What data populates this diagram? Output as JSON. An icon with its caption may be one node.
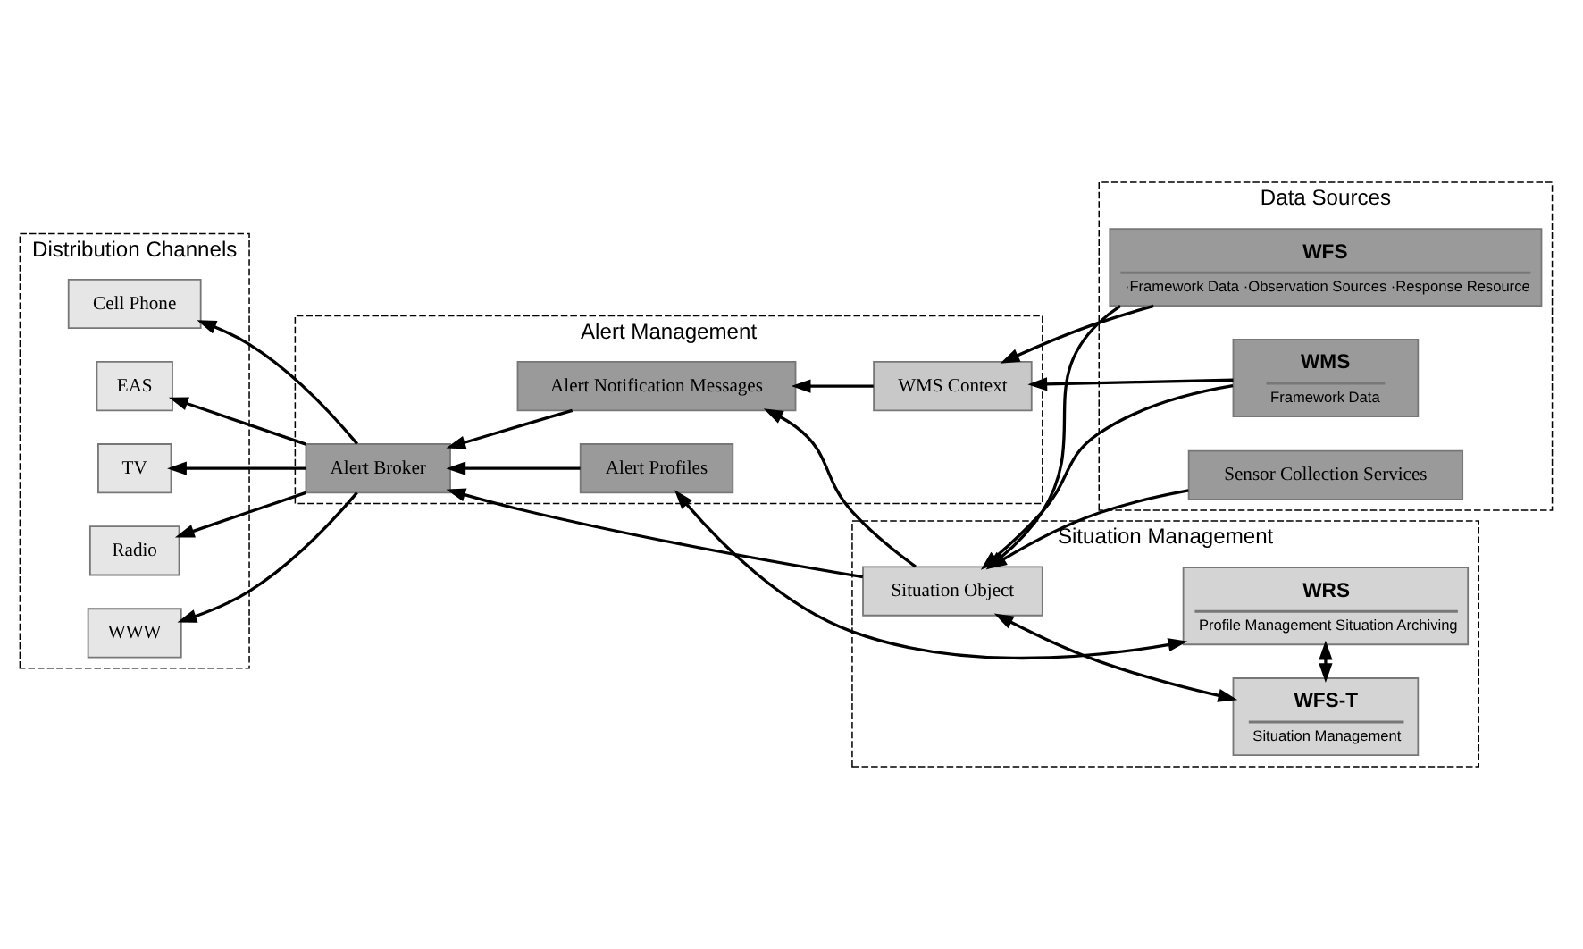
{
  "diagram": {
    "nodes": [
      {
        "text": [
          "Distribution Channels"
        ]
      },
      {
        "text": [
          "Cell Phone"
        ],
        "in": 0
      },
      {
        "text": [
          "EAS"
        ],
        "in": 0
      },
      {
        "text": [
          "TV"
        ],
        "in": 0
      },
      {
        "text": [
          "Radio"
        ],
        "in": 0
      },
      {
        "text": [
          "WWW"
        ],
        "in": 0
      },
      {
        "text": [
          "Alert Management"
        ]
      },
      {
        "text": [
          "WMS Context"
        ],
        "in": 6
      },
      {
        "text": [
          "Alert Notification Messages"
        ],
        "in": 6
      },
      {
        "text": [
          "Alert Broker"
        ],
        "in": 6
      },
      {
        "text": [
          "Alert Profiles"
        ],
        "in": 6
      },
      {
        "text": [
          "Situation Management"
        ]
      },
      {
        "text": [
          "Situation Object"
        ],
        "in": 11
      },
      {
        "text": [
          "WRS",
          "Profile Management Situation Archiving"
        ],
        "in": 11
      },
      {
        "text": [
          "WFS-T",
          "Situation Management"
        ],
        "in": 11
      },
      {
        "text": [
          "Data Sources"
        ]
      },
      {
        "text": [
          "WMS",
          "Framework Data"
        ],
        "in": 15
      },
      {
        "text": [
          "Sensor Collection Services"
        ],
        "in": 15
      },
      {
        "text": [
          "WFS",
          "·Framework Data ·Observation Sources ·Response Resource"
        ],
        "in": 15
      }
    ],
    "edges": [
      {
        "from": 9,
        "to": 1,
        "arrow": "to"
      },
      {
        "from": 9,
        "to": 2,
        "arrow": "to"
      },
      {
        "from": 9,
        "to": 3,
        "arrow": "to"
      },
      {
        "from": 9,
        "to": 4,
        "arrow": "to"
      },
      {
        "from": 9,
        "to": 5,
        "arrow": "to"
      },
      {
        "from": 7,
        "to": 8,
        "arrow": "to"
      },
      {
        "from": 12,
        "to": 8,
        "arrow": "to"
      },
      {
        "from": 8,
        "to": 9,
        "arrow": "to"
      },
      {
        "from": 12,
        "to": 9,
        "arrow": "to"
      },
      {
        "from": 10,
        "to": 9,
        "arrow": "to"
      },
      {
        "from": 10,
        "to": 13,
        "arrow": "both"
      },
      {
        "from": 13,
        "to": 14,
        "arrow": "both"
      },
      {
        "from": 12,
        "to": 14,
        "arrow": "both"
      },
      {
        "from": 16,
        "to": 7,
        "arrow": "to"
      },
      {
        "from": 16,
        "to": 12,
        "arrow": "to"
      },
      {
        "from": 17,
        "to": 12,
        "arrow": "to"
      },
      {
        "from": 18,
        "to": 7,
        "arrow": "to"
      },
      {
        "from": 18,
        "to": 12,
        "arrow": "to"
      }
    ]
  }
}
